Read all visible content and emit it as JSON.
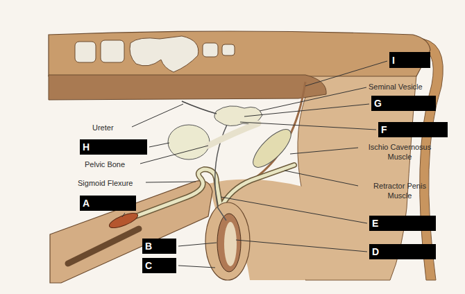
{
  "diagram": {
    "nodes": [
      {
        "text": [
          "I"
        ]
      },
      {
        "text": [
          "G"
        ]
      },
      {
        "text": [
          "F"
        ]
      },
      {
        "text": [
          "H"
        ]
      },
      {
        "text": [
          "A"
        ]
      },
      {
        "text": [
          "E"
        ]
      },
      {
        "text": [
          "B"
        ]
      },
      {
        "text": [
          "D"
        ]
      },
      {
        "text": [
          "C"
        ]
      }
    ],
    "labels": [
      "Ureter",
      "Pelvic Bone",
      "Sigmoid Flexure",
      "Seminal Vesicle",
      "Ischio Cavernosus Muscle",
      "Retractor Penis Muscle"
    ]
  }
}
